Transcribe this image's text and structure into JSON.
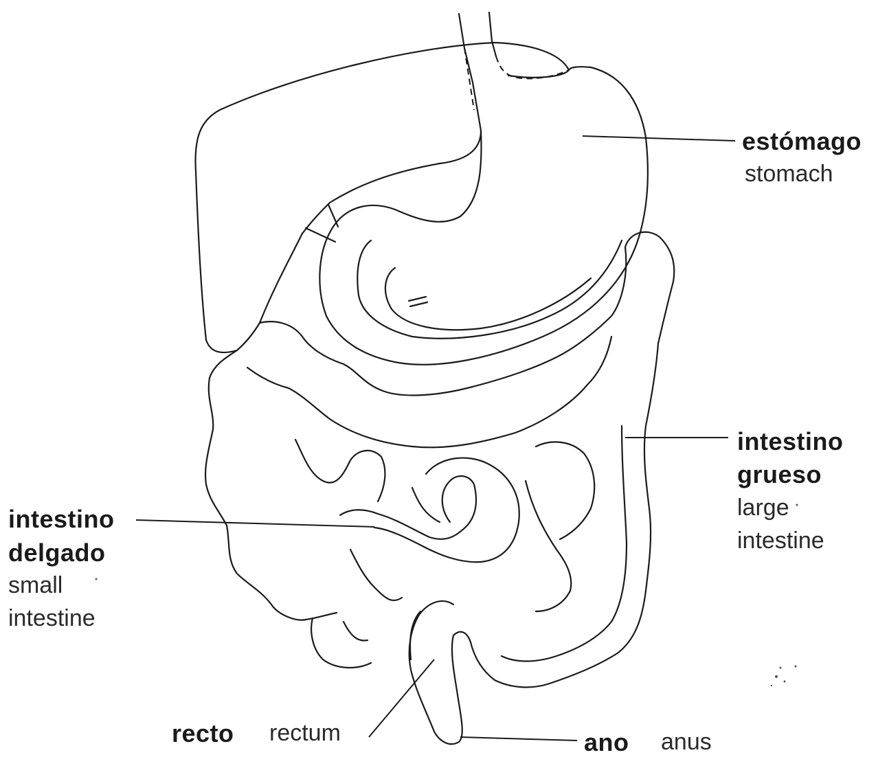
{
  "labels": {
    "stomach": {
      "es": "estómago",
      "en": "stomach"
    },
    "large_intestine": {
      "es_line1": "intestino",
      "es_line2": "grueso",
      "en_line1": "large",
      "en_line2": "intestine"
    },
    "small_intestine": {
      "es_line1": "intestino",
      "es_line2": "delgado",
      "en_line1": "small",
      "en_line2": "intestine"
    },
    "rectum": {
      "es": "recto",
      "en": "rectum"
    },
    "anus": {
      "es": "ano",
      "en": "anus"
    }
  }
}
